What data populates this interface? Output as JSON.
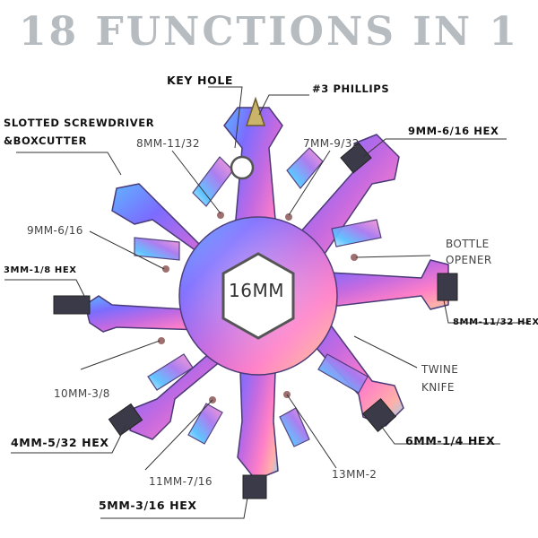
{
  "title": "18 FUNCTIONS IN 1",
  "center_label": "16MM",
  "colors": {
    "iridescent": [
      "#5fb4ff",
      "#7b6cff",
      "#c66ae0",
      "#ff7fc7",
      "#ffb0a8",
      "#8ad4ff"
    ],
    "leader_line": "#333333",
    "dot": "#9e6f6f"
  },
  "callouts": {
    "key_hole": "KEY HOLE",
    "phillips": "#3 PHILLIPS",
    "slotted": "SLOTTED SCREWDRIVER",
    "boxcutter": "&BOXCUTTER",
    "hex_8mm_11_32_top": "8MM-11/32",
    "hex_7mm_9_32": "7MM-9/32",
    "hex_9mm_6_16_right": "9MM-6/16 HEX",
    "hex_9mm_6_16_left": "9MM-6/16",
    "bottle": "BOTTLE",
    "opener": "OPENER",
    "hex_3mm_1_8": "3MM-1/8  HEX",
    "hex_8mm_11_32_right": "8MM-11/32 HEX",
    "hex_10mm_3_8": "10MM-3/8",
    "twine": "TWINE",
    "knife": "KNIFE",
    "hex_4mm_5_32": "4MM-5/32 HEX",
    "hex_6mm_1_4": "6MM-1/4 HEX",
    "hex_11mm_7_16": "11MM-7/16",
    "hex_13mm_2": "13MM-2",
    "hex_5mm_3_16": "5MM-3/16 HEX"
  }
}
